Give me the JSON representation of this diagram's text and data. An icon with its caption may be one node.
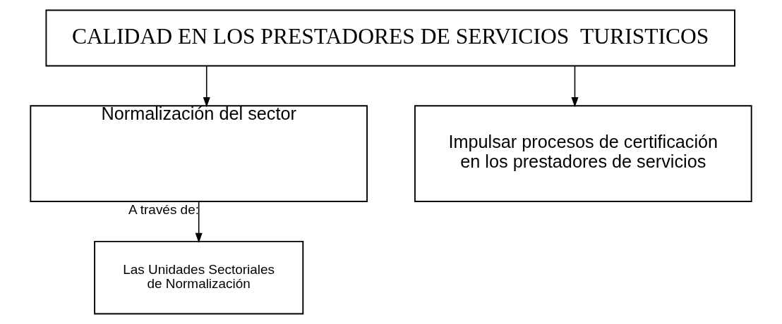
{
  "diagram": {
    "nodes": [
      {
        "text": [
          "CALIDAD EN LOS PRESTADORES DE SERVICIOS  TURISTICOS"
        ]
      },
      {
        "text": [
          "Normalización del sector"
        ]
      },
      {
        "text": [
          "Impulsar procesos de certificación en los prestadores de servicios"
        ]
      },
      {
        "text": [
          "Las Unidades Sectoriales de Normalización"
        ]
      }
    ],
    "edges": [
      {
        "from": 0,
        "to": 1,
        "arrow": "to"
      },
      {
        "from": 0,
        "to": 2,
        "arrow": "to"
      },
      {
        "from": 1,
        "to": 3,
        "arrow": "to",
        "label": "A través de:"
      }
    ]
  }
}
